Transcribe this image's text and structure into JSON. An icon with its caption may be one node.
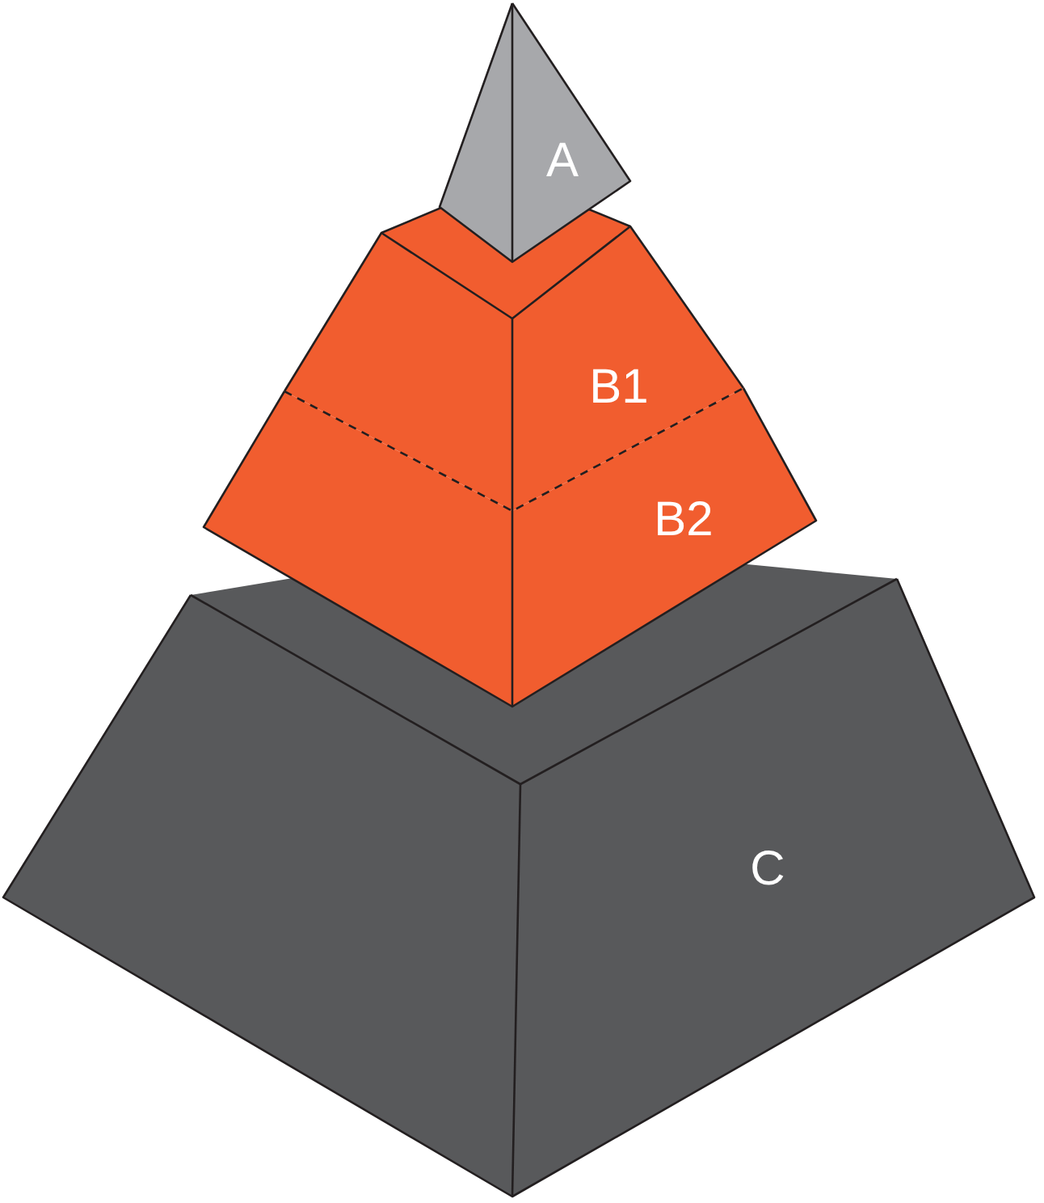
{
  "diagram": {
    "nodes": [
      {
        "text": [
          "A"
        ]
      },
      {
        "text": [
          "B1"
        ]
      },
      {
        "text": [
          "B2"
        ]
      },
      {
        "text": [
          "C"
        ]
      }
    ]
  }
}
